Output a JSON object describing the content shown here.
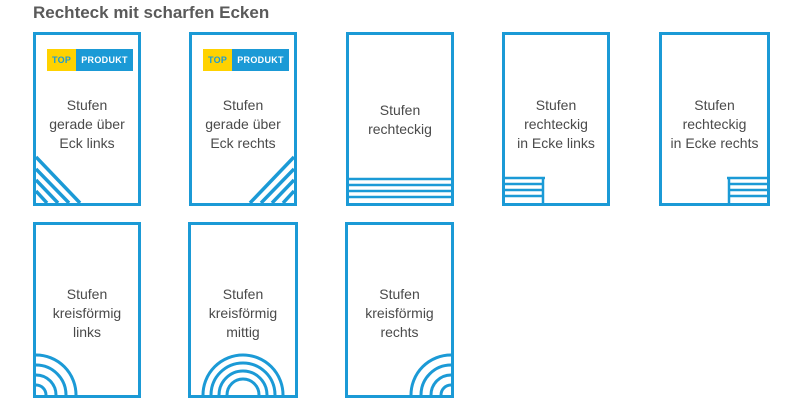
{
  "page": {
    "title": "Rechteck mit scharfen Ecken"
  },
  "colors": {
    "accent": "#1b9ad6",
    "badge_yellow": "#ffd200",
    "text": "#4a4a4a",
    "title": "#5a5a5a"
  },
  "badge": {
    "top": "TOP",
    "produkt": "PRODUKT"
  },
  "cards": [
    {
      "lines": [
        "Stufen",
        "gerade über",
        "Eck links"
      ],
      "badge": true,
      "icon": "diagonal-stairs-left-icon"
    },
    {
      "lines": [
        "Stufen",
        "gerade über",
        "Eck rechts"
      ],
      "badge": true,
      "icon": "diagonal-stairs-right-icon"
    },
    {
      "lines": [
        "Stufen",
        "rechteckig"
      ],
      "badge": false,
      "icon": "straight-stairs-icon"
    },
    {
      "lines": [
        "Stufen",
        "rechteckig",
        "in Ecke links"
      ],
      "badge": false,
      "icon": "corner-stairs-left-icon"
    },
    {
      "lines": [
        "Stufen",
        "rechteckig",
        "in Ecke rechts"
      ],
      "badge": false,
      "icon": "corner-stairs-right-icon"
    },
    {
      "lines": [
        "Stufen",
        "kreisförmig",
        "links"
      ],
      "badge": false,
      "icon": "quarter-circle-stairs-left-icon"
    },
    {
      "lines": [
        "Stufen",
        "kreisförmig",
        "mittig"
      ],
      "badge": false,
      "icon": "half-circle-stairs-center-icon"
    },
    {
      "lines": [
        "Stufen",
        "kreisförmig",
        "rechts"
      ],
      "badge": false,
      "icon": "quarter-circle-stairs-right-icon"
    }
  ]
}
